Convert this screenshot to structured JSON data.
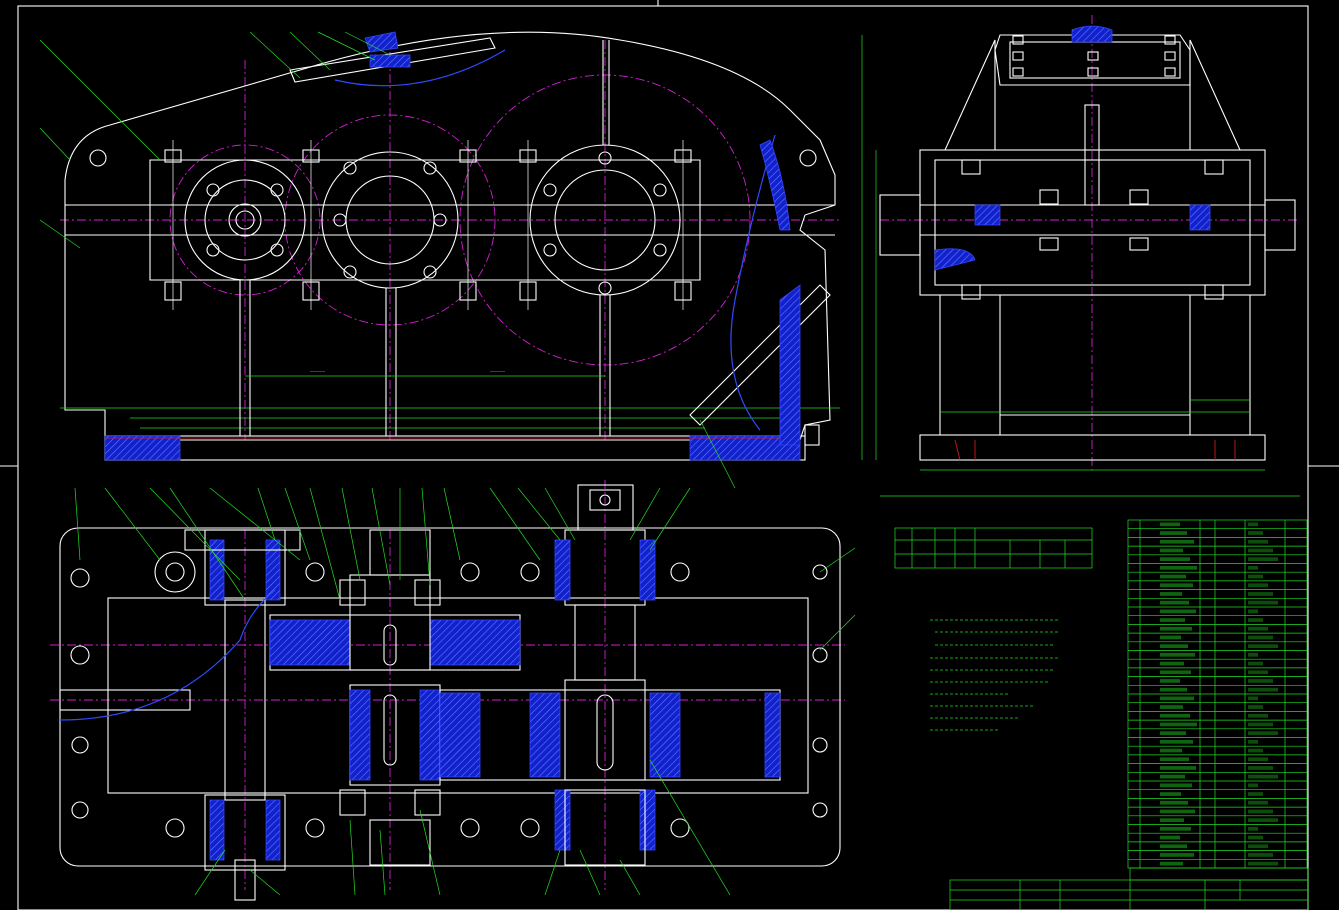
{
  "canvas": {
    "background": "#000000"
  },
  "colors": {
    "outline": "#ffffff",
    "centerline": "#d020d0",
    "annotation": "#22dd22",
    "section": "#2f4bff",
    "accent": "#e02020"
  },
  "views": [
    {
      "name": "front-elevation",
      "label": ""
    },
    {
      "name": "side-elevation",
      "label": ""
    },
    {
      "name": "top-section",
      "label": ""
    }
  ],
  "tables": {
    "gear_params": {
      "title": ""
    },
    "parts_list": {
      "rows": 40
    },
    "title_block": {
      "title": ""
    }
  },
  "notes": {
    "title": "",
    "lines": []
  }
}
